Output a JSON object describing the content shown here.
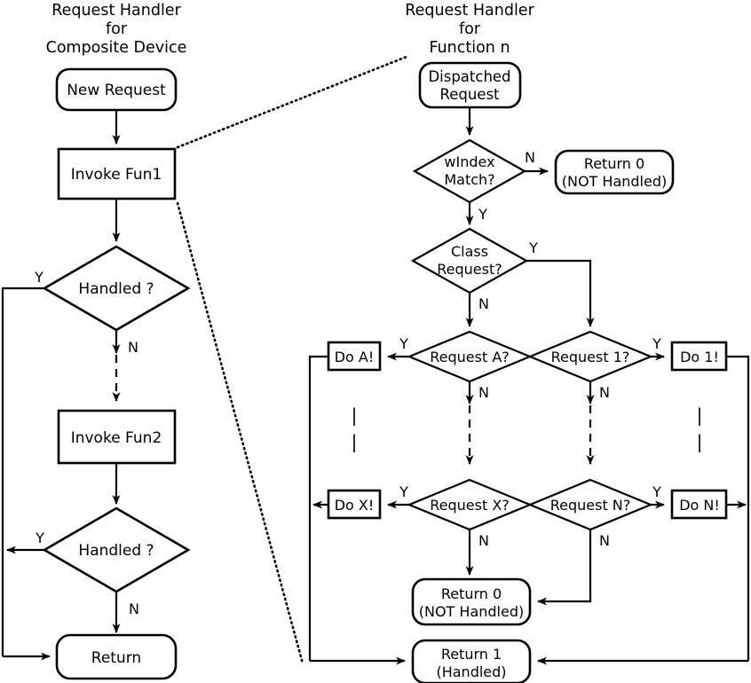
{
  "diagram": {
    "type": "flowchart",
    "background_color": "#ffffff",
    "line_color": "#000000",
    "panels": [
      {
        "id": "composite-device",
        "title_lines": [
          "Request Handler",
          "for",
          "Composite Device"
        ]
      },
      {
        "id": "function-n",
        "title_lines": [
          "Request Handler",
          "for",
          "Function n"
        ]
      }
    ]
  },
  "left_panel": {
    "title_line1": "Request Handler",
    "title_line2": "for",
    "title_line3": "Composite Device",
    "nodes": {
      "new_request": "New Request",
      "invoke_fun1": "Invoke Fun1",
      "handled_1": "Handled ?",
      "invoke_fun2": "Invoke Fun2",
      "handled_2": "Handled ?",
      "return": "Return"
    },
    "edge_labels": {
      "handled1_yes": "Y",
      "handled1_no": "N",
      "handled2_yes": "Y",
      "handled2_no": "N"
    }
  },
  "right_panel": {
    "title_line1": "Request Handler",
    "title_line2": "for",
    "title_line3": "Function n",
    "nodes": {
      "dispatched_request_l1": "Dispatched",
      "dispatched_request_l2": "Request",
      "windex_match_l1": "wIndex",
      "windex_match_l2": "Match?",
      "return0_top_l1": "Return 0",
      "return0_top_l2": "(NOT Handled)",
      "class_request_l1": "Class",
      "class_request_l2": "Request?",
      "request_a": "Request A?",
      "request_1": "Request 1?",
      "request_x": "Request X?",
      "request_n": "Request N?",
      "do_a": "Do A!",
      "do_1": "Do 1!",
      "do_x": "Do X!",
      "do_n": "Do N!",
      "return0_bottom_l1": "Return 0",
      "return0_bottom_l2": "(NOT Handled)",
      "return1_l1": "Return 1",
      "return1_l2": "(Handled)"
    },
    "edge_labels": {
      "windex_no": "N",
      "windex_yes": "Y",
      "class_yes": "Y",
      "class_no": "N",
      "request_a_yes": "Y",
      "request_a_no": "N",
      "request_1_yes": "Y",
      "request_1_no": "N",
      "request_x_yes": "Y",
      "request_x_no": "N",
      "request_n_yes": "Y",
      "request_n_no": "N"
    },
    "ellipsis_left": "|",
    "ellipsis_right": "|"
  }
}
